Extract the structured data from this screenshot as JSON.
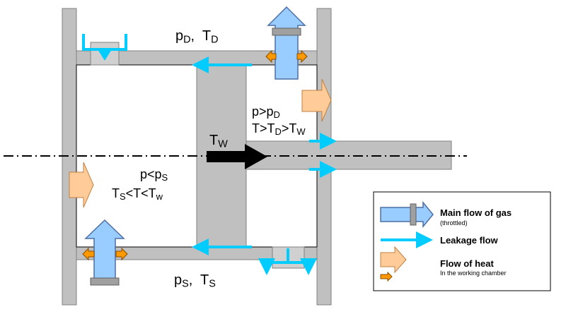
{
  "labels": {
    "discharge_state": {
      "p": "p",
      "p_sub": "D",
      "sep": ",  ",
      "t": "T",
      "t_sub": "D"
    },
    "suction_state": {
      "p": "p",
      "p_sub": "S",
      "sep": ",  ",
      "t": "T",
      "t_sub": "S"
    },
    "right_chamber_line1": {
      "a": "p>p",
      "a_sub": "D"
    },
    "right_chamber_line2": {
      "a": "T>T",
      "a_sub": "D",
      "b": ">T",
      "b_sub": "W"
    },
    "left_chamber_line1": {
      "a": "p<p",
      "a_sub": "S"
    },
    "left_chamber_line2": {
      "a": "T",
      "a_sub": "S",
      "b": "<T<T",
      "b_sub": "w"
    },
    "wall_temp": {
      "a": "T",
      "a_sub": "W"
    }
  },
  "legend": {
    "main_flow": "Main flow of gas",
    "main_flow_note": "(throttled)",
    "leakage_flow": "Leakage flow",
    "heat_flow": "Flow of heat",
    "heat_flow_note": "In the working chamber"
  },
  "colors": {
    "wall_gray": "#c0c0c0",
    "main_flow_blue": "#99ccff",
    "leakage_cyan": "#00ccff",
    "heat_peach": "#ffcc99",
    "small_heat_orange": "#ff9900"
  }
}
